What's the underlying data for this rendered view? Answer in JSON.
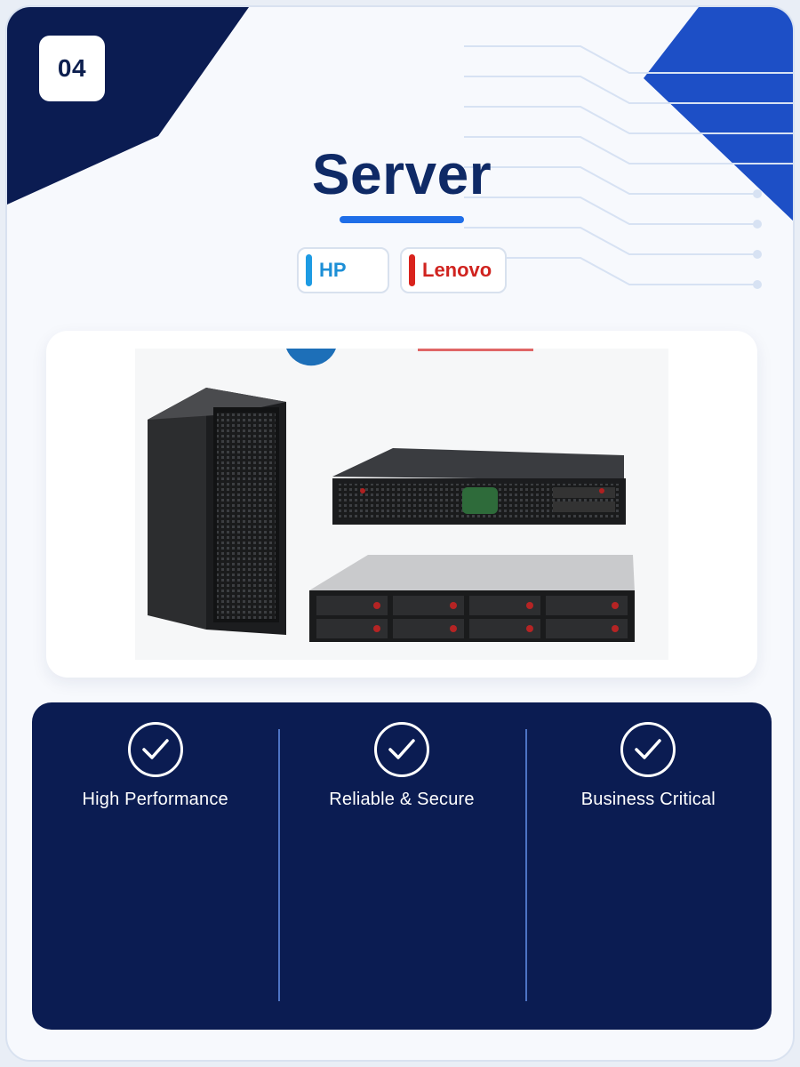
{
  "badge": {
    "number": "04"
  },
  "title": "Server",
  "brands": [
    {
      "label": "HP",
      "color": "#1d8fd6"
    },
    {
      "label": "Lenovo",
      "color": "#d0231f"
    }
  ],
  "product_image": {
    "subject": "server-tower-and-rack-servers"
  },
  "features": [
    {
      "label": "High Performance",
      "icon": "check-circle-icon"
    },
    {
      "label": "Reliable & Secure",
      "icon": "check-circle-icon"
    },
    {
      "label": "Business Critical",
      "icon": "check-circle-icon"
    }
  ],
  "colors": {
    "navy": "#0b1c52",
    "accent_blue": "#1f6ee8",
    "title": "#0f2a66",
    "background": "#f7f9fd"
  }
}
